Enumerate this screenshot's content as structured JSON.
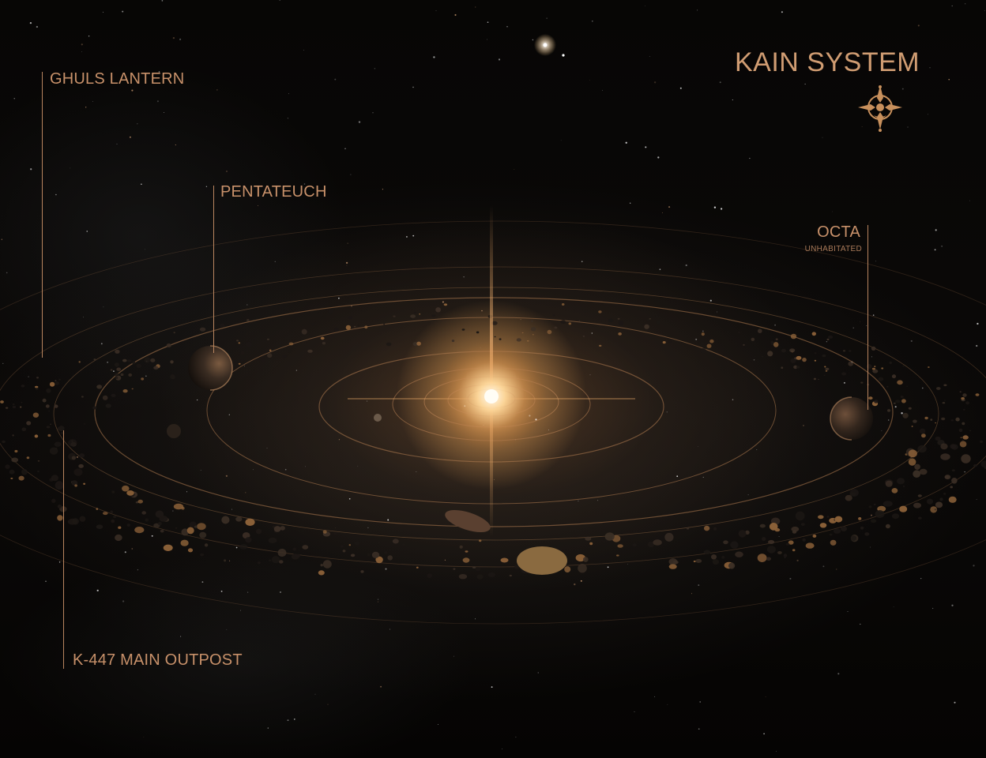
{
  "system": {
    "title": "KAIN SYSTEM",
    "emblem": "compass-cross-emblem-icon"
  },
  "locations": [
    {
      "id": "ghuls-lantern",
      "name": "GHULS LANTERN",
      "status": ""
    },
    {
      "id": "pentateuch",
      "name": "PENTATEUCH",
      "status": ""
    },
    {
      "id": "octa",
      "name": "OCTA",
      "status": "UNHABITATED"
    },
    {
      "id": "k447",
      "name": "K-447 MAIN OUTPOST",
      "status": ""
    }
  ],
  "colors": {
    "label": "#c8916a",
    "line": "#b9855f",
    "star": "#ffe3b0",
    "background": "#070605"
  }
}
